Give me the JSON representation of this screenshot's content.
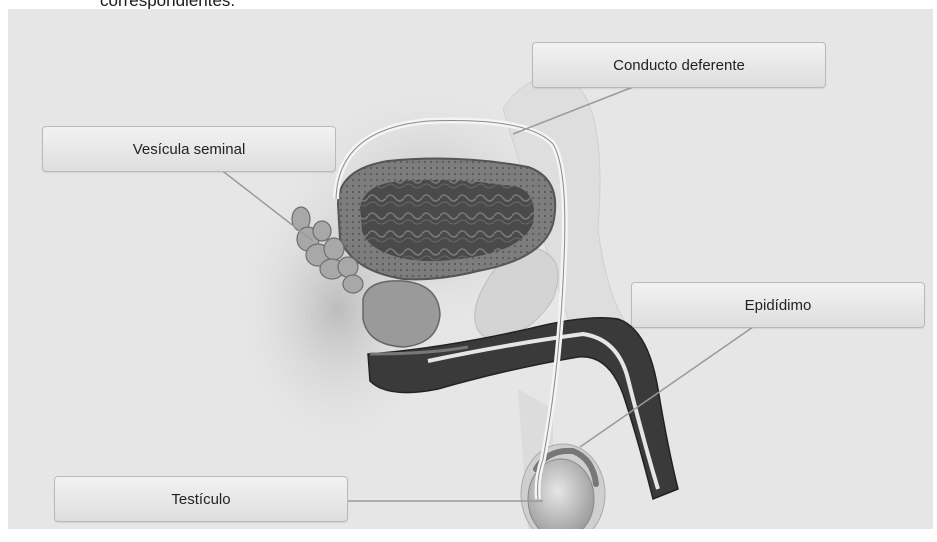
{
  "instruction_fragment": "correspondientes.",
  "labels": {
    "conducto": "Conducto deferente",
    "vesicula": "Vesícula seminal",
    "epididimo": "Epidídimo",
    "testiculo": "Testículo"
  },
  "colors": {
    "panel": "#e6e6e6",
    "label_fill": "#e8e8e8",
    "label_border": "#b9b9b9",
    "leader_line": "#9a9a9a"
  }
}
